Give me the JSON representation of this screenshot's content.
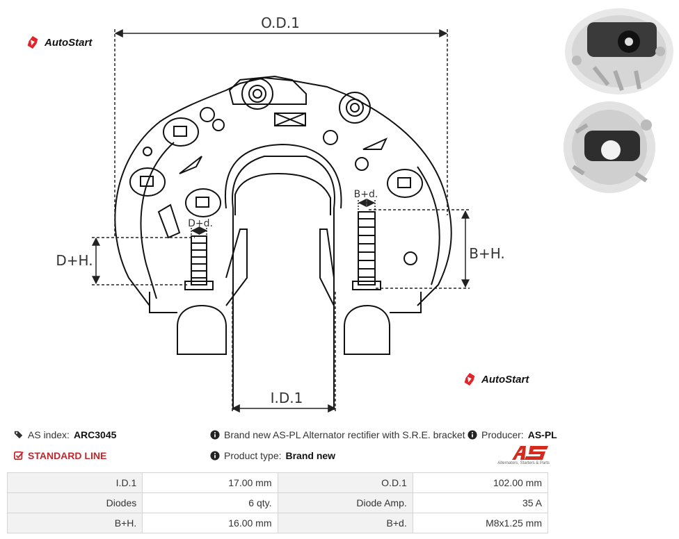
{
  "brand": {
    "logo_text": "AutoStart",
    "accent_color": "#e0262c"
  },
  "diagram": {
    "labels": {
      "od": "O.D.1",
      "id": "I.D.1",
      "dh": "D+H.",
      "bh": "B+H.",
      "dd": "D+d.",
      "bd": "B+d."
    }
  },
  "info": {
    "index_label": "AS index:",
    "index_value": "ARC3045",
    "description": "Brand new AS-PL Alternator rectifier with S.R.E. bracket",
    "producer_label": "Producer:",
    "producer_value": "AS-PL",
    "line": "STANDARD LINE",
    "type_label": "Product type:",
    "type_value": "Brand new",
    "as_logo_tag": "Alternators, Starters & Parts"
  },
  "specs": [
    {
      "label": "I.D.1",
      "value": "17.00 mm",
      "label2": "O.D.1",
      "value2": "102.00 mm"
    },
    {
      "label": "Diodes",
      "value": "6 qty.",
      "label2": "Diode Amp.",
      "value2": "35 A"
    },
    {
      "label": "B+H.",
      "value": "16.00 mm",
      "label2": "B+d.",
      "value2": "M8x1.25 mm"
    }
  ]
}
